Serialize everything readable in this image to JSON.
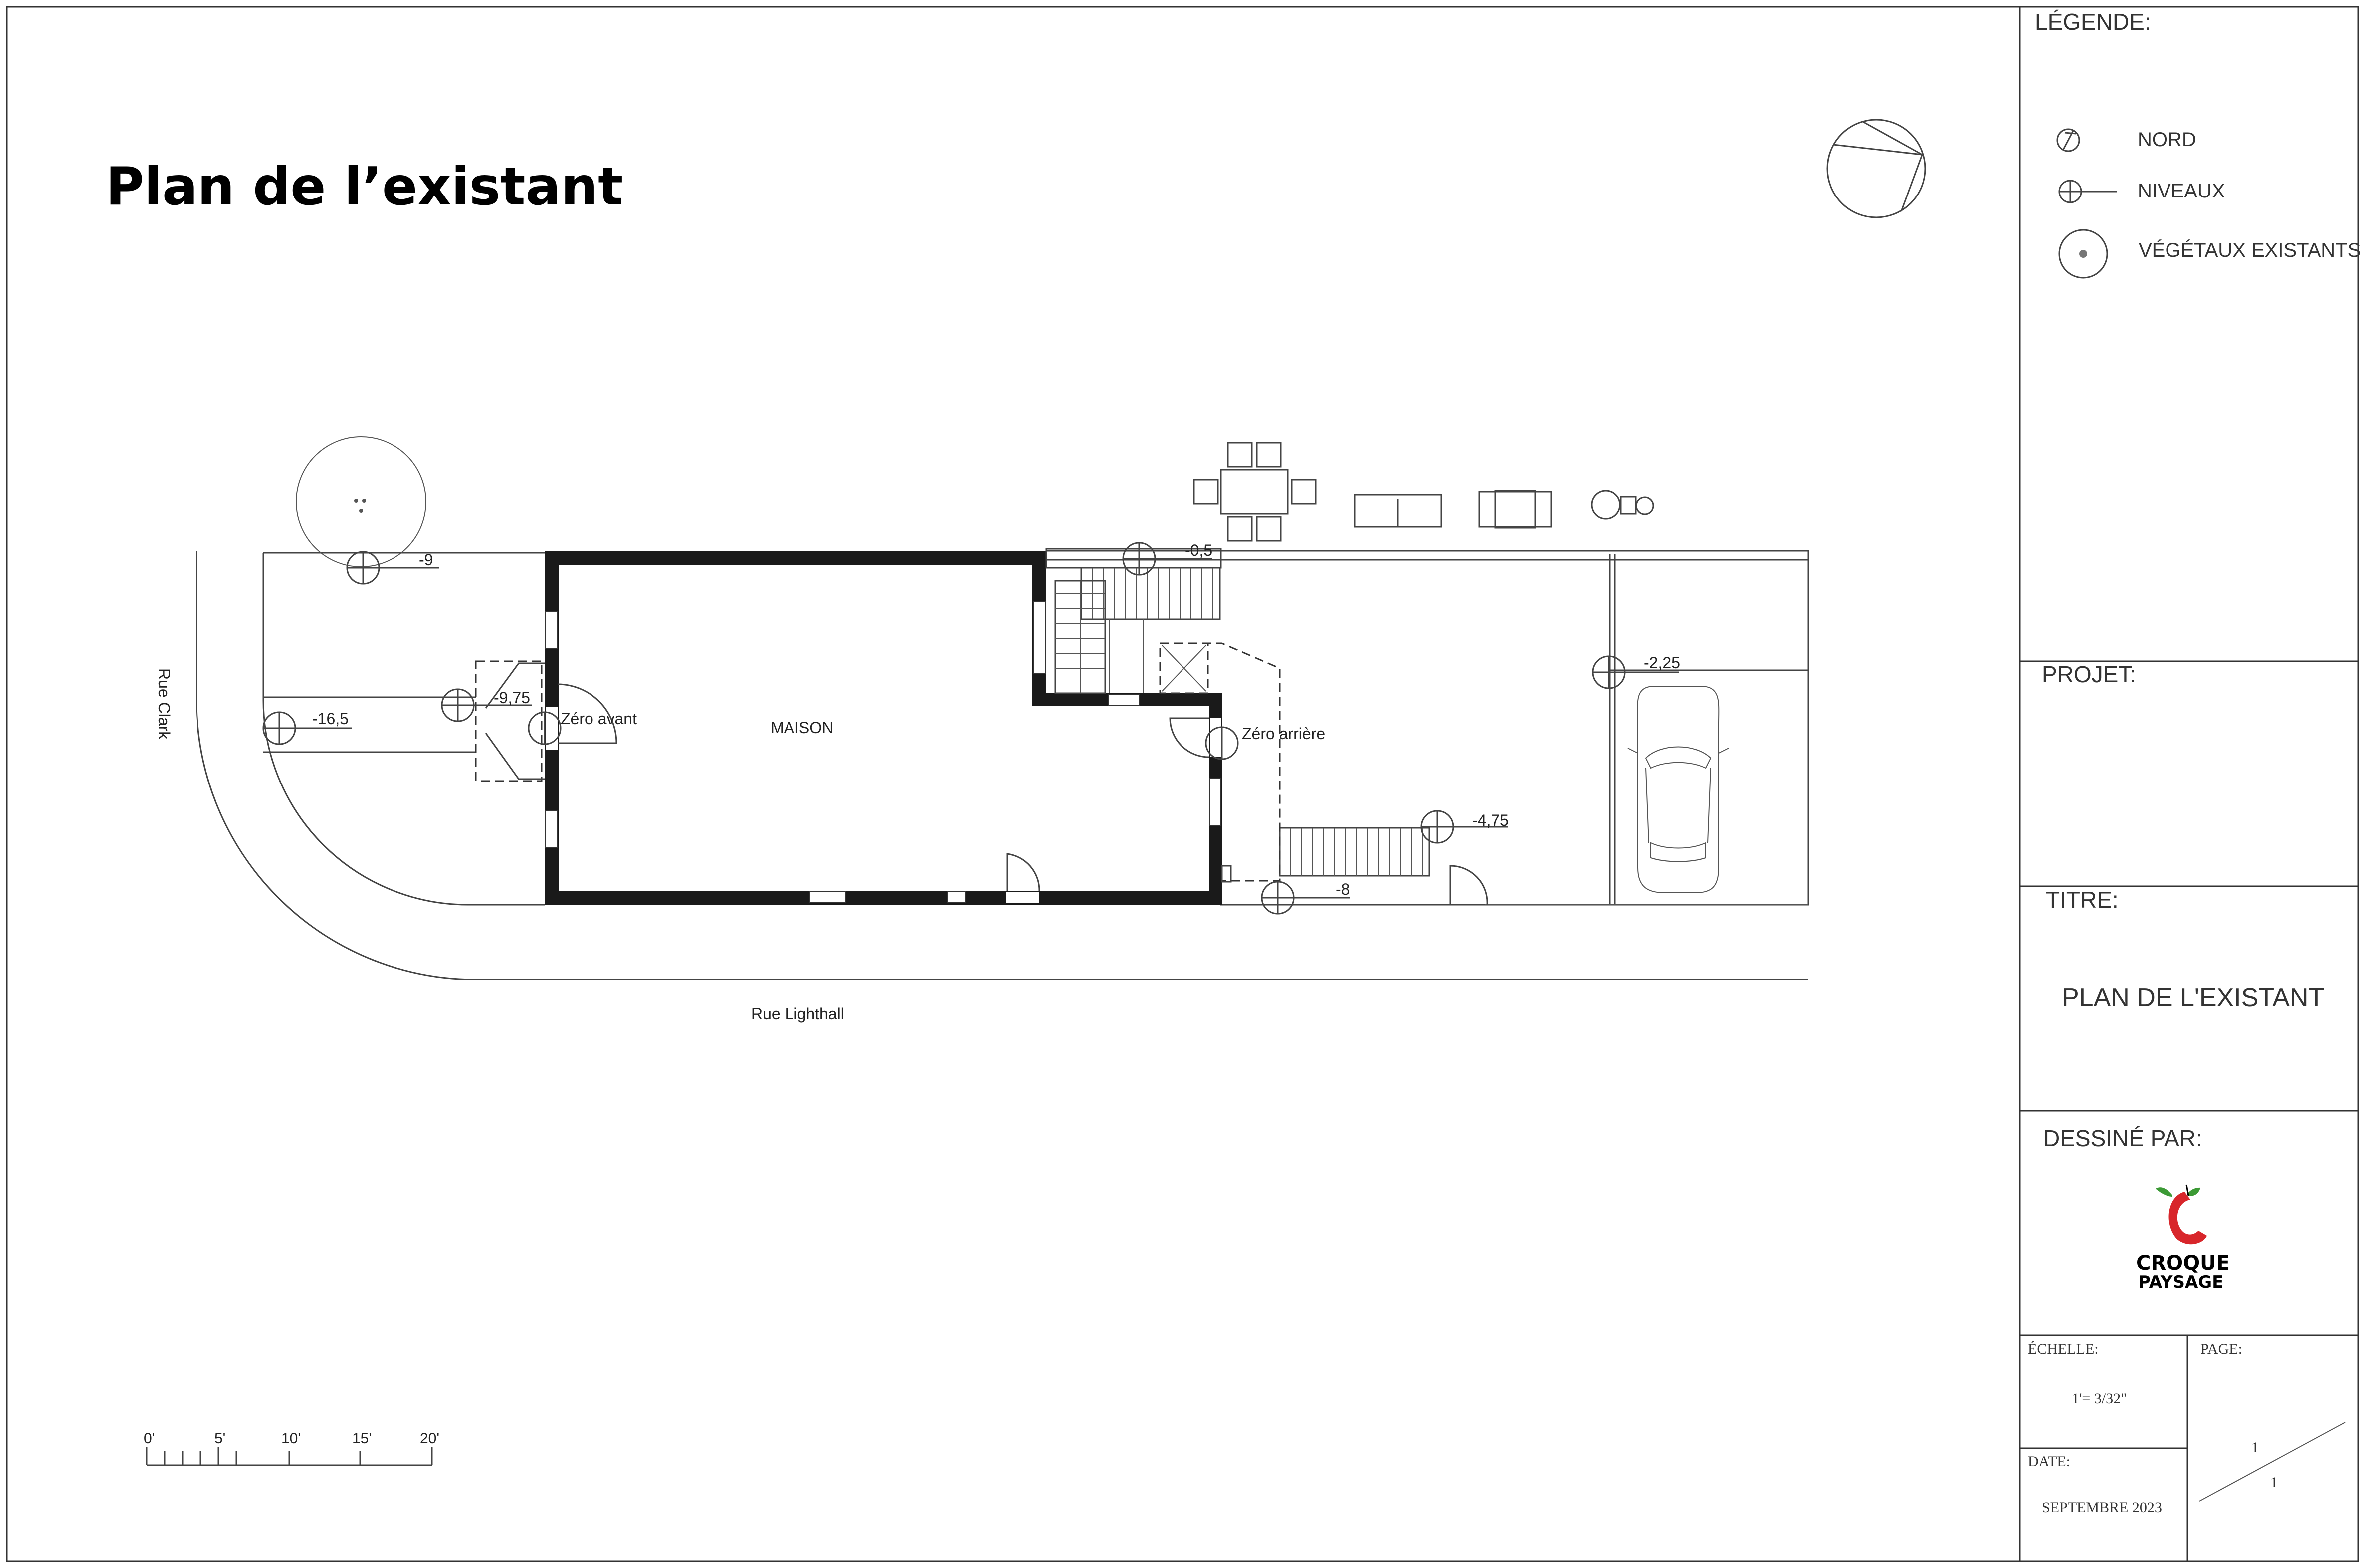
{
  "title": "Plan de l’existant",
  "legend": {
    "heading": "LÉGENDE:",
    "items": [
      {
        "icon": "north-symbol-icon",
        "label": "NORD"
      },
      {
        "icon": "level-marker-icon",
        "label": "NIVEAUX"
      },
      {
        "icon": "existing-plant-icon",
        "label": "VÉGÉTAUX EXISTANTS"
      }
    ]
  },
  "title_block": {
    "projet_label": "PROJET:",
    "titre_label": "TITRE:",
    "titre_value": "PLAN DE L'EXISTANT",
    "dessine_label": "DESSINÉ PAR:",
    "logo": {
      "line1": "CROQUE",
      "line2": "PAYSAGE"
    },
    "echelle_label": "ÉCHELLE:",
    "echelle_value": "1'= 3/32\"",
    "page_label": "PAGE:",
    "page_number": "1",
    "page_total": "1",
    "date_label": "DATE:",
    "date_value": "SEPTEMBRE 2023"
  },
  "plan": {
    "house_label": "MAISON",
    "street_side": "Rue Clark",
    "street_bottom": "Rue Lighthall",
    "levels": {
      "l_9": "-9",
      "l_16_5": "-16,5",
      "l_9_75": "-9,75",
      "zero_avant": "Zéro avant",
      "l_0_5": "-0,5",
      "zero_arriere": "Zéro arrière",
      "l_2_25": "-2,25",
      "l_4_75": "-4,75",
      "l_8": "-8"
    }
  },
  "scale_bar": {
    "ticks": [
      "0'",
      "5'",
      "10'",
      "15'",
      "20'"
    ]
  },
  "colors": {
    "line": "#444444",
    "wall": "#1a1a1a",
    "logo_red": "#d8262b",
    "logo_green": "#3c9a35"
  }
}
